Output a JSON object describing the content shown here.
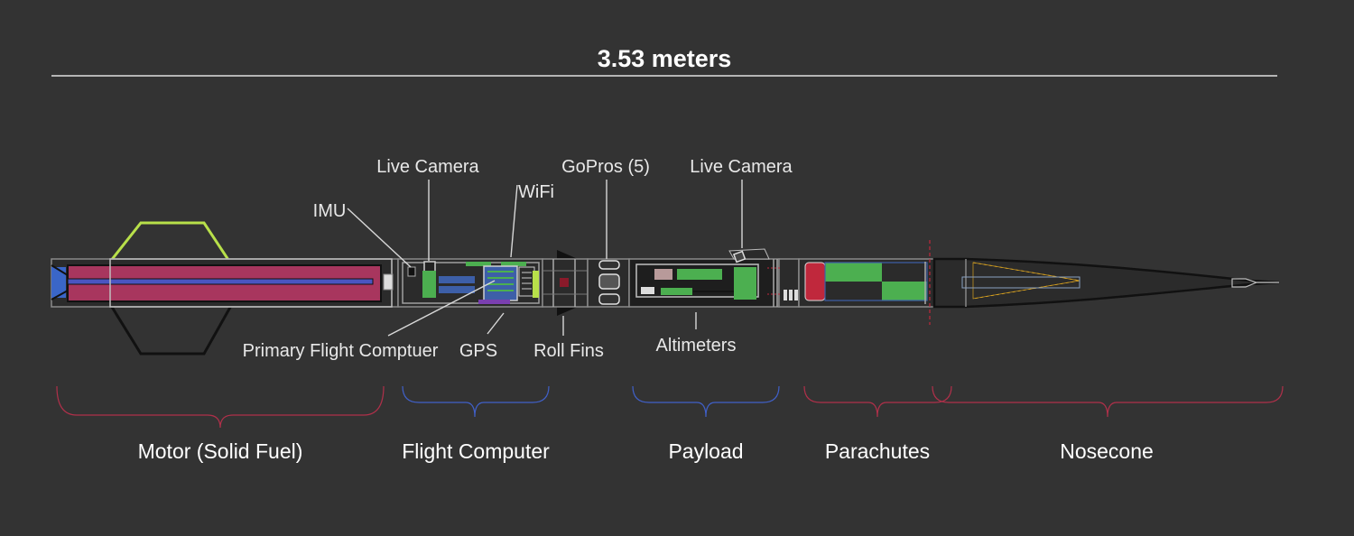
{
  "title": "3.53 meters",
  "callouts": {
    "imu": "IMU",
    "live_camera_fc": "Live Camera",
    "wifi": "WiFi",
    "primary_flight_computer": "Primary Flight Comptuer",
    "gps": "GPS",
    "gopros": "GoPros (5)",
    "roll_fins": "Roll Fins",
    "live_camera_payload": "Live Camera",
    "altimeters": "Altimeters"
  },
  "sections": {
    "motor": "Motor (Solid Fuel)",
    "flight_computer": "Flight Computer",
    "payload": "Payload",
    "parachutes": "Parachutes",
    "nosecone": "Nosecone"
  },
  "colors": {
    "background": "#333333",
    "fuel": "#a8365e",
    "core": "#4a55c0",
    "fin_accent": "#b8e04a",
    "board_green": "#4caf50",
    "board_blue": "#3d5fa8",
    "parachute_red": "#c0283c",
    "parachute_orange": "#f07a20",
    "brace_red": "#b0304a",
    "brace_blue": "#4060c8"
  }
}
